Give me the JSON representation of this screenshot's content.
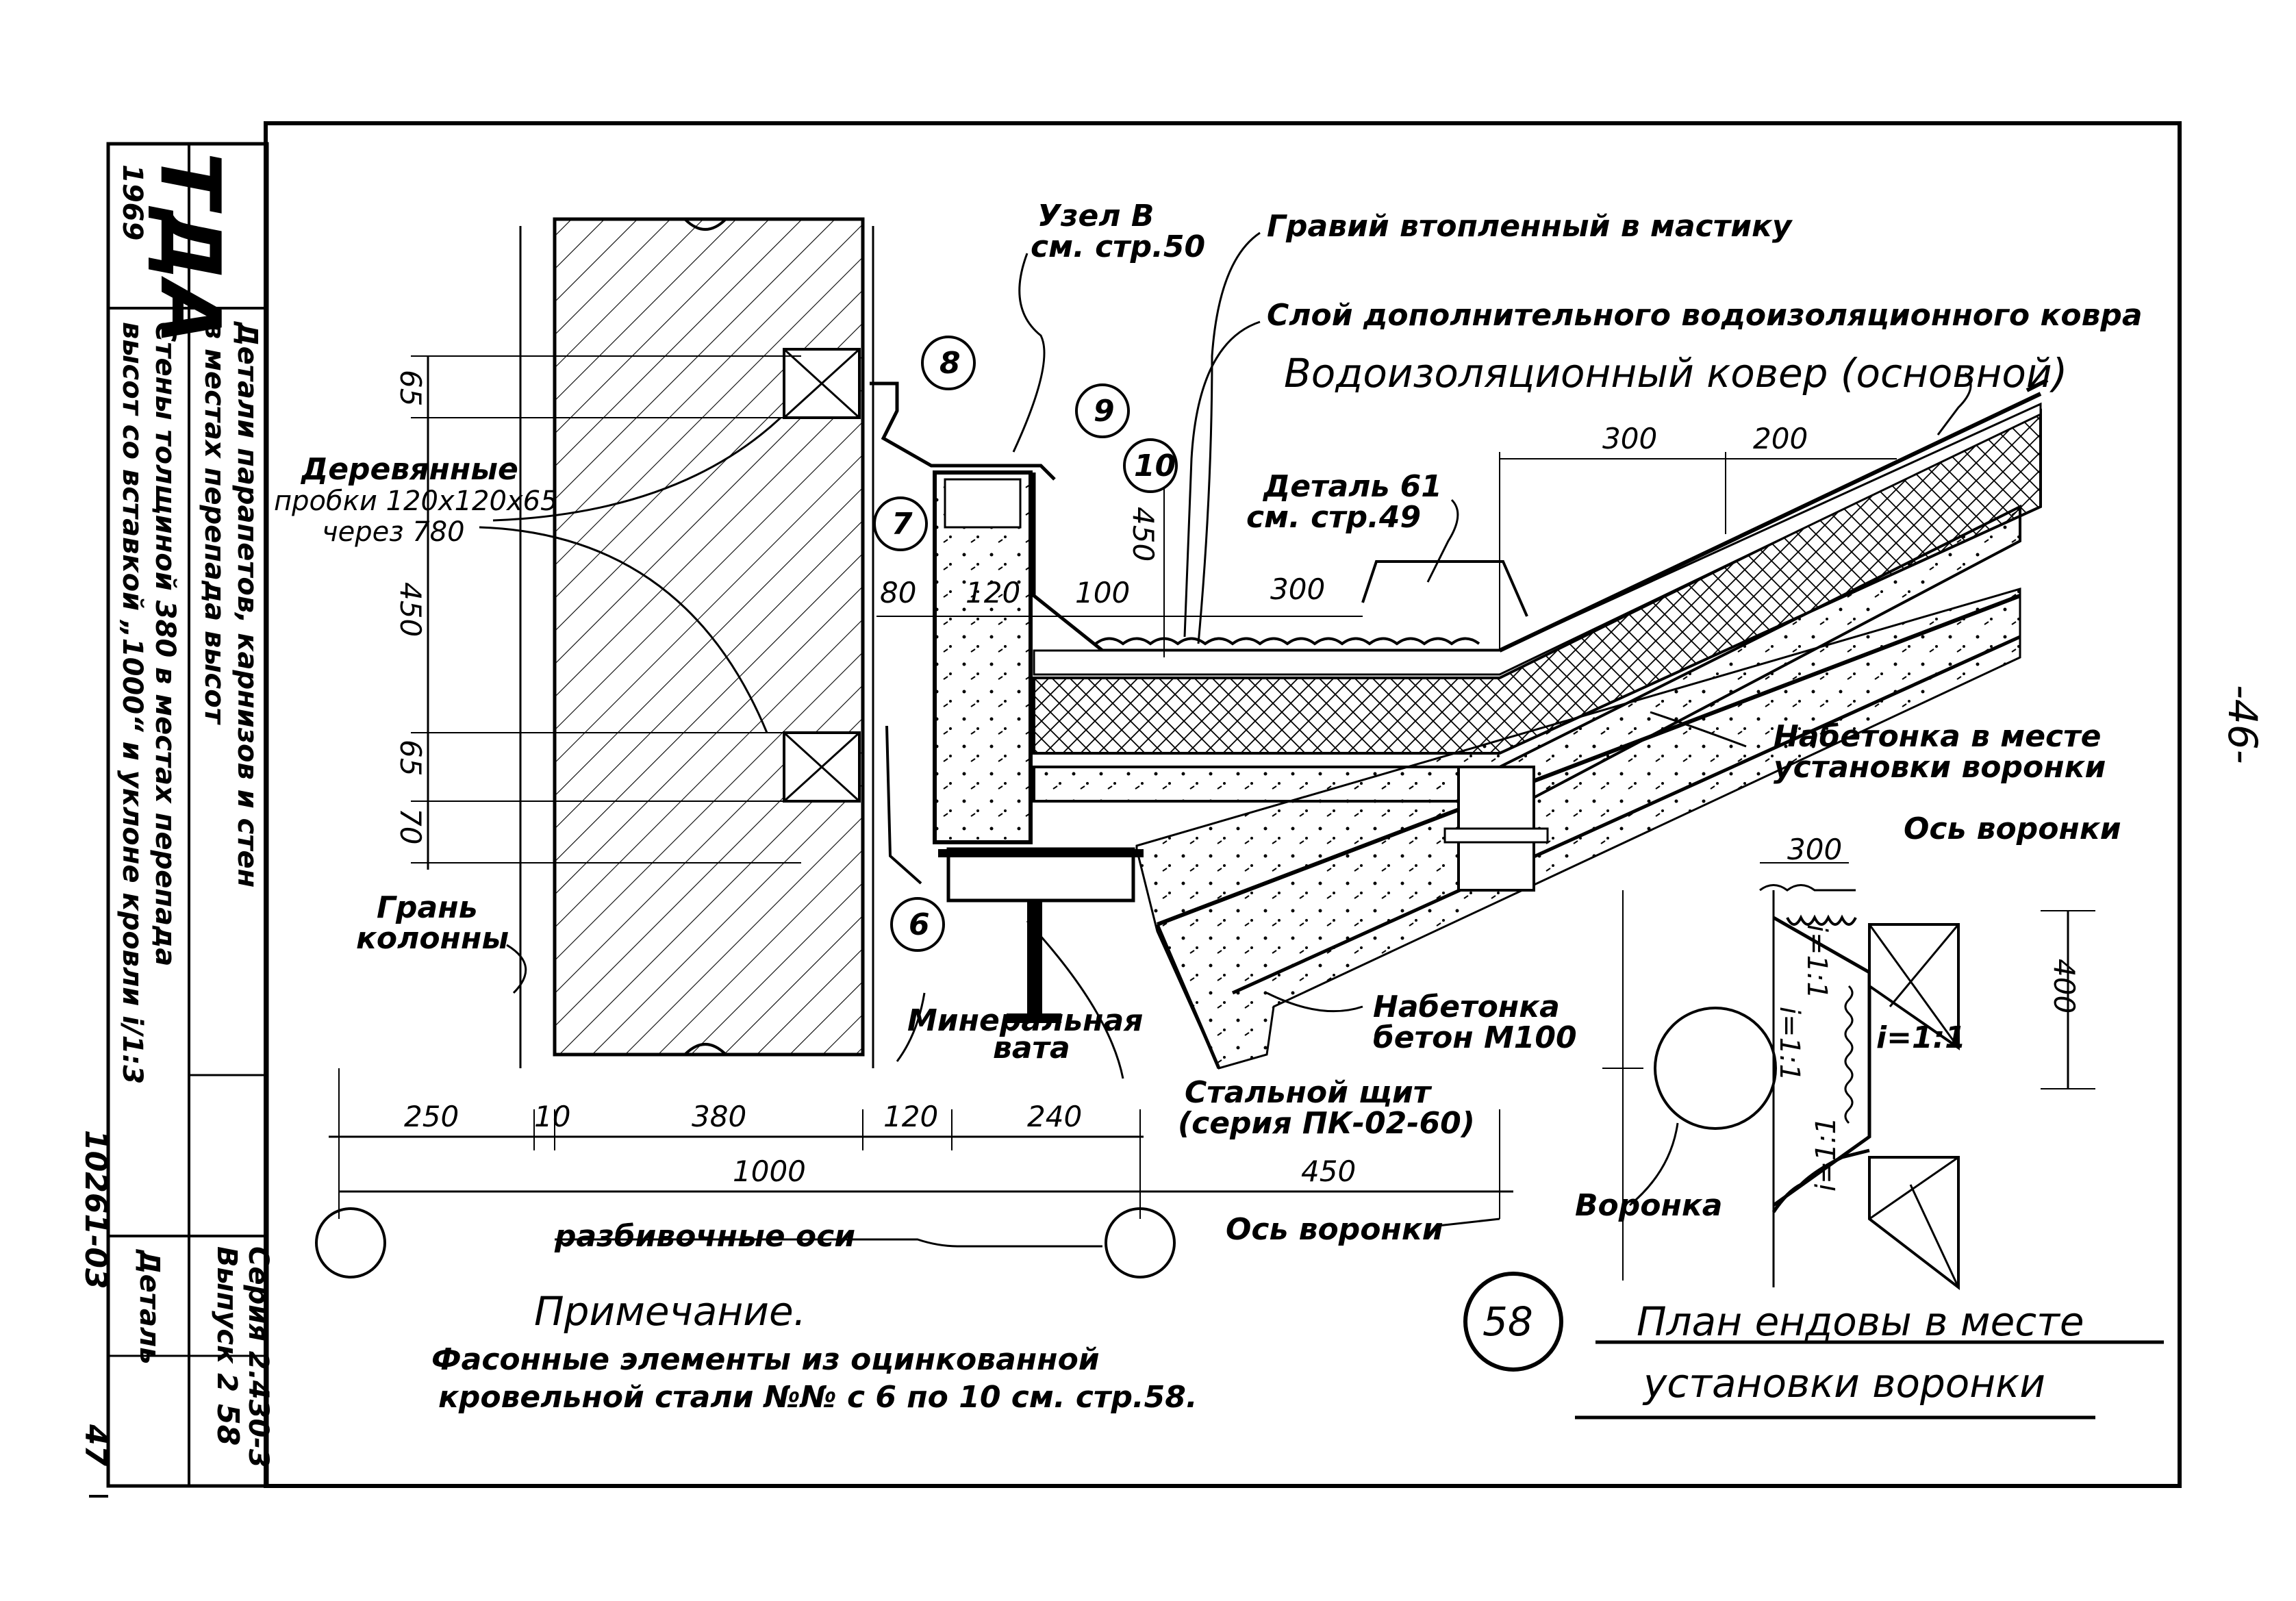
{
  "stamp": {
    "logo": "ТДА",
    "year": "1969"
  },
  "title_block": {
    "title_line1": "Детали парапетов, карнизов и стен",
    "title_line2": "в местах перепада высот",
    "subtitle_line1": "Стены толщиной 380 в местах перепада",
    "subtitle_line2": "высот со вставкой „1000“ и уклоне кровли i/1:3",
    "series_line1": "Серия 2.430-3",
    "series_line2": "Выпуск 2",
    "detail_label": "Деталь",
    "detail_number": "58",
    "sheet_number": "47",
    "doc_code": "10261-03"
  },
  "page_number": "-46-",
  "section_labels": {
    "node_b_line1": "Узел В",
    "node_b_line2": "см. стр.50",
    "gravel": "Гравий втопленный в мастику",
    "extra_layer": "Слой дополнительного водоизоляционного ковра",
    "main_carpet": "Водоизоляционный ковер (основной)",
    "wood_plugs_line1": "Деревянные",
    "wood_plugs_line2": "пробки 120х120х65",
    "wood_plugs_line3": "через 780",
    "detail61_line1": "Деталь 61",
    "detail61_line2": "см. стр.49",
    "concrete_funnel_line1": "Набетонка в месте",
    "concrete_funnel_line2": "установки воронки",
    "column_face_line1": "Грань",
    "column_face_line2": "колонны",
    "mineral_wool_line1": "Минеральная",
    "mineral_wool_line2": "вата",
    "concrete_line1": "Набетонка",
    "concrete_line2": "бетон М100",
    "steel_panel_line1": "Стальной щит",
    "steel_panel_line2": "(серия ПК-02-60)",
    "axes_label": "разбивочные оси",
    "funnel_axis": "Ось воронки"
  },
  "callouts": [
    "8",
    "9",
    "10",
    "7",
    "6"
  ],
  "dimensions": {
    "v_65_top": "65",
    "v_450": "450",
    "v_65_mid": "65",
    "v_70": "70",
    "v_450_right": "450",
    "h_80": "80",
    "h_120_upper": "120",
    "h_100": "100",
    "h_300_mid": "300",
    "h_300_top": "300",
    "h_200_top": "200",
    "b_250": "250",
    "b_10": "10",
    "b_380": "380",
    "b_120": "120",
    "b_240": "240",
    "b_1000": "1000",
    "b_450": "450"
  },
  "plan": {
    "funnel_axis": "Ось воронки",
    "dim_300": "300",
    "dim_400": "400",
    "slope_1": "i=1:1",
    "slope_2": "i=1:1",
    "slope_3": "i=1:1",
    "slope_4": "i=1:1",
    "funnel": "Воронка",
    "detail_number": "58",
    "title_line1": "План ендовы в месте",
    "title_line2": "установки воронки"
  },
  "note": {
    "heading": "Примечание.",
    "line1": "Фасонные элементы из оцинкованной",
    "line2": "кровельной стали №№ с 6 по 10 см. стр.58."
  }
}
